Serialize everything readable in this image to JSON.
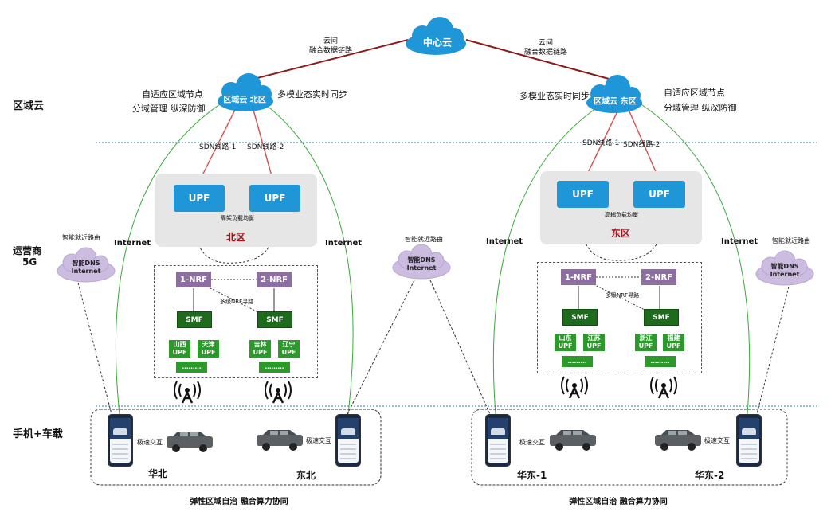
{
  "sections": {
    "regional_cloud": "区域云",
    "operator": "运营商",
    "operator_sub": "5G",
    "terminals": "手机+车载"
  },
  "central_cloud": {
    "label": "中心云"
  },
  "links": {
    "left_cloud_link": "云间",
    "left_cloud_link_2": "融合数据链路",
    "right_cloud_link": "云间",
    "right_cloud_link_2": "融合数据链路"
  },
  "north": {
    "cloud": "区域云 北区",
    "adaptive": "自适应区域节点",
    "management": "分域管理 纵深防御",
    "sync": "多模业态实时同步",
    "sdn1": "SDN线路-1",
    "sdn2": "SDN线路-2",
    "upf1": "UPF",
    "upf2": "UPF",
    "lb": "周架负载均衡",
    "region": "北区",
    "internet_left": "Internet",
    "internet_right": "Internet",
    "nrf1": "1-NRF",
    "nrf2": "2-NRF",
    "nrf_route": "多级NRF寻路",
    "smf1": "SMF",
    "smf2": "SMF",
    "upfs": [
      "山西\nUPF",
      "天津\nUPF",
      "吉林\nUPF",
      "辽宁\nUPF"
    ],
    "more1": "………",
    "more2": "………"
  },
  "east": {
    "cloud": "区域云 东区",
    "adaptive": "自适应区域节点",
    "management": "分域管理 纵深防御",
    "sync": "多模业态实时同步",
    "sdn1": "SDN线路-1",
    "sdn2": "SDN线路-2",
    "upf1": "UPF",
    "upf2": "UPF",
    "lb": "高耦负载均衡",
    "region": "东区",
    "internet_left": "Internet",
    "internet_right": "Internet",
    "nrf1": "1-NRF",
    "nrf2": "2-NRF",
    "nrf_route": "多级NRF寻路",
    "smf1": "SMF",
    "smf2": "SMF",
    "upfs": [
      "山东\nUPF",
      "江苏\nUPF",
      "浙江\nUPF",
      "福建\nUPF"
    ],
    "more1": "………",
    "more2": "………"
  },
  "dns": {
    "left_route": "智能就近路由",
    "left_cloud": "智能DNS\nInternet",
    "mid_route": "智能就近路由",
    "mid_cloud": "智能DNS\nInternet",
    "right_route": "智能就近路由",
    "right_cloud": "智能DNS\nInternet"
  },
  "terminals": {
    "left_interact_1": "极速交互",
    "left_interact_2": "极速交互",
    "left_region_1": "华北",
    "left_region_2": "东北",
    "left_caption": "弹性区域自治 融合算力协同",
    "right_interact_1": "极速交互",
    "right_interact_2": "极速交互",
    "right_region_1": "华东-1",
    "right_region_2": "华东-2",
    "right_caption": "弹性区域自治 融合算力协同"
  },
  "colors": {
    "cloud_blue": "#1f96d8",
    "upf_blue": "#1f96d8",
    "nrf_purple": "#8c6ea0",
    "smf_green": "#1e6b1e",
    "upf_green": "#2b9a2b",
    "red_line": "#8b1a1a",
    "internet_green": "#3aaa3a",
    "region_red": "#a0151b",
    "dns_cloud": "#cbbce0"
  }
}
